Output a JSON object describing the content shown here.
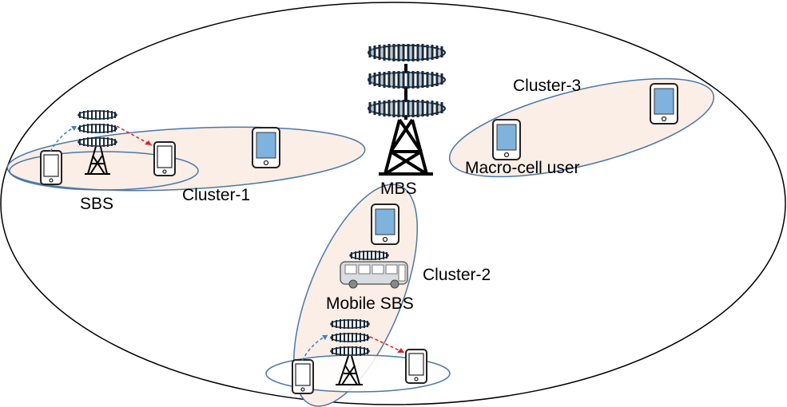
{
  "labels": {
    "mbs": "MBS",
    "sbs": "SBS",
    "cluster1": "Cluster-1",
    "cluster2": "Cluster-2",
    "cluster3": "Cluster-3",
    "mobile_sbs": "Mobile SBS",
    "macro_cell_user": "Macro-cell user"
  },
  "colors": {
    "outline": "#000000",
    "cluster_stroke": "#4a78a8",
    "cluster_fill": "#fbeee6",
    "phone_fill": "#7fb2dc",
    "link_blue": "#3a7fc4",
    "link_red": "#e02020"
  },
  "icons": {
    "tower": "antenna-tower-icon",
    "phone": "smartphone-icon",
    "bus": "bus-icon"
  }
}
